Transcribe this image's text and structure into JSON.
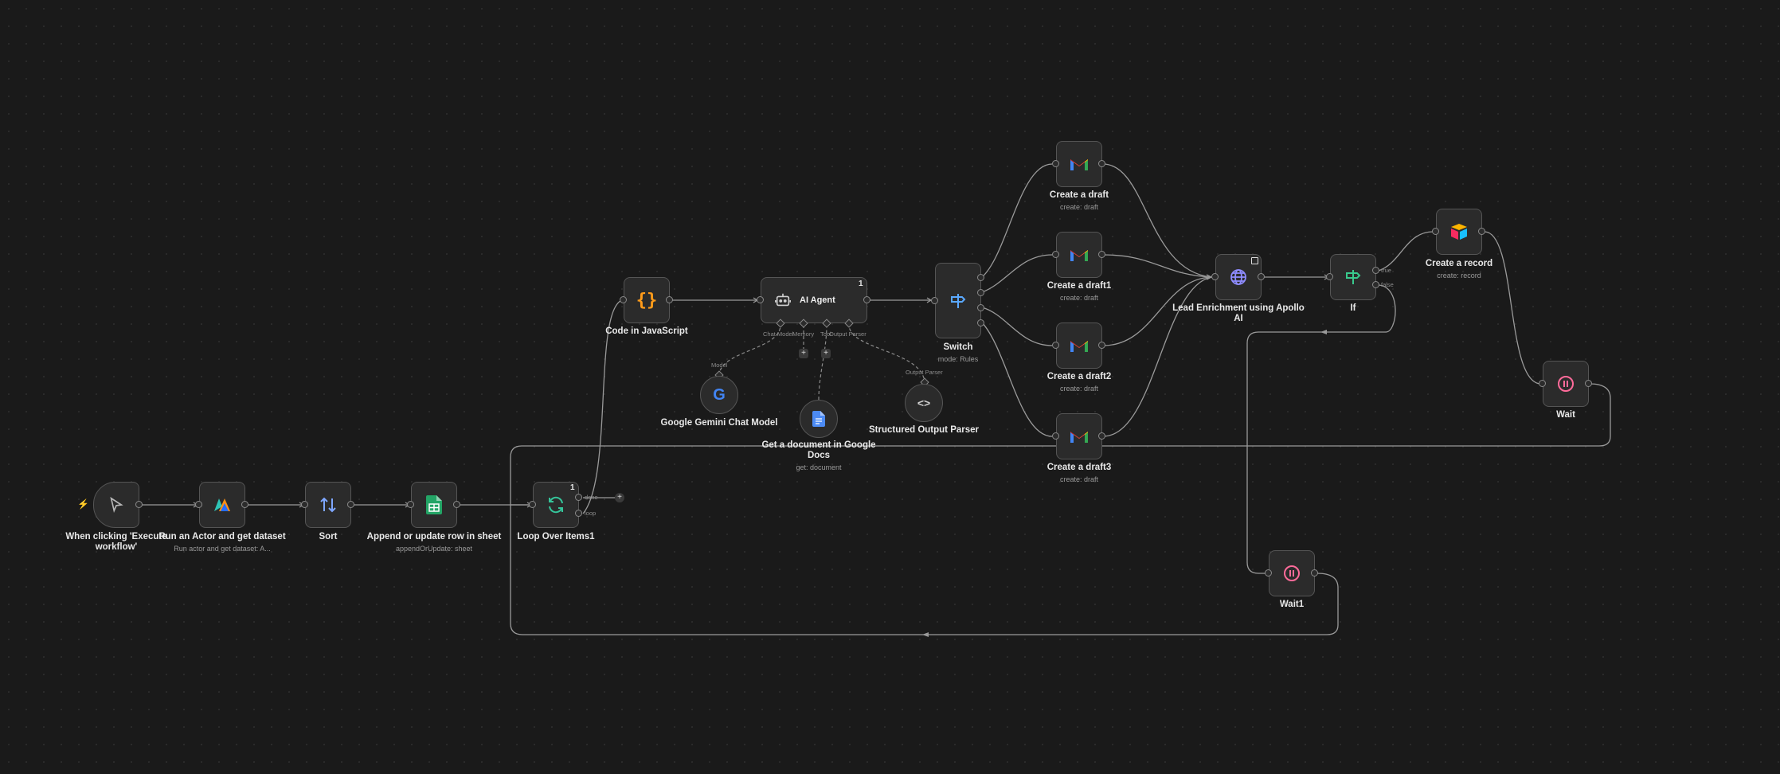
{
  "nodes": {
    "trigger": {
      "label": "When clicking 'Execute workflow'"
    },
    "apify": {
      "label": "Run an Actor and get dataset",
      "sub": "Run actor and get dataset: A..."
    },
    "sort": {
      "label": "Sort"
    },
    "sheets": {
      "label": "Append or update row in sheet",
      "sub": "appendOrUpdate: sheet"
    },
    "loop": {
      "label": "Loop Over Items1",
      "badge": "1",
      "out_done": "done",
      "out_loop": "loop"
    },
    "code": {
      "label": "Code in JavaScript"
    },
    "agent": {
      "label": "AI Agent",
      "badge": "1",
      "port_model": "Chat Model",
      "port_memory": "Memory",
      "port_tool": "Tool",
      "port_parser": "Output Parser"
    },
    "gemini": {
      "label": "Google Gemini Chat Model",
      "port": "Model"
    },
    "gdocs": {
      "label": "Get a document in Google Docs",
      "sub": "get: document"
    },
    "parser": {
      "label": "Structured Output Parser",
      "port": "Output Parser"
    },
    "switch": {
      "label": "Switch",
      "sub": "mode: Rules"
    },
    "draft": {
      "label": "Create a draft",
      "sub": "create: draft"
    },
    "draft1": {
      "label": "Create a draft1",
      "sub": "create: draft"
    },
    "draft2": {
      "label": "Create a draft2",
      "sub": "create: draft"
    },
    "draft3": {
      "label": "Create a draft3",
      "sub": "create: draft"
    },
    "apollo": {
      "label": "Lead Enrichment using Apollo AI"
    },
    "if": {
      "label": "If",
      "out_true": "true",
      "out_false": "false"
    },
    "airtable": {
      "label": "Create a record",
      "sub": "create: record"
    },
    "wait": {
      "label": "Wait"
    },
    "wait1": {
      "label": "Wait1"
    }
  },
  "plus_symbol": "+",
  "colors": {
    "background": "#1a1a1a",
    "node": "#2b2b2b",
    "node_border": "#555555",
    "edge": "#9a9a9a",
    "trigger_bolt": "#ff6d5a"
  }
}
